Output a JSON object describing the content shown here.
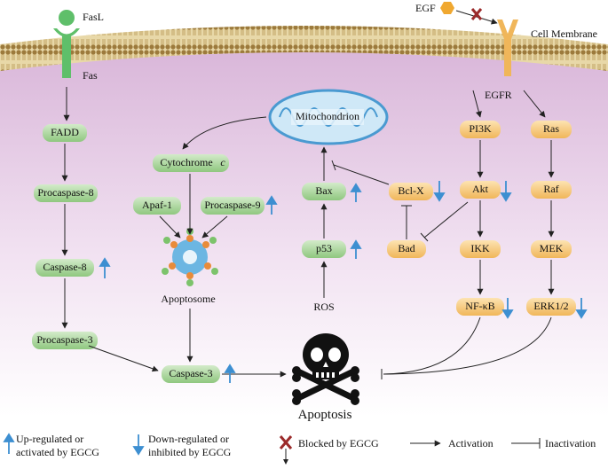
{
  "membrane": {
    "fasl": "FasL",
    "fas": "Fas",
    "egf": "EGF",
    "cell_membrane": "Cell Membrane",
    "egfr": "EGFR"
  },
  "nodes": {
    "fadd": "FADD",
    "procaspase8": "Procaspase-8",
    "caspase8": "Caspase-8",
    "procaspase3": "Procaspase-3",
    "caspase3": "Caspase-3",
    "cytochrome_c_main": "Cytochrome",
    "cytochrome_c_italic": "c",
    "apaf1": "Apaf-1",
    "procaspase9": "Procaspase-9",
    "apoptosome": "Apoptosome",
    "mitochondrion": "Mitochondrion",
    "bax": "Bax",
    "p53": "p53",
    "ros": "ROS",
    "bclx": "Bcl-X",
    "bad": "Bad",
    "pi3k": "PI3K",
    "akt": "Akt",
    "ikk": "IKK",
    "nfkb": "NF-κB",
    "ras": "Ras",
    "raf": "Raf",
    "mek": "MEK",
    "erk": "ERK1/2",
    "apoptosis": "Apoptosis"
  },
  "legend": {
    "up_line1": "Up-regulated or",
    "up_line2": "activated by EGCG",
    "down_line1": "Down-regulated or",
    "down_line2": "inhibited by EGCG",
    "blocked": "Blocked by EGCG",
    "activation": "Activation",
    "inactivation": "Inactivation"
  },
  "colors": {
    "green_node": "#a8d39a",
    "orange_node": "#f7c97a",
    "arrow_blue": "#3d8fd1",
    "cross_red": "#9b2a2a",
    "cytoplasm": "#ead3ea"
  }
}
